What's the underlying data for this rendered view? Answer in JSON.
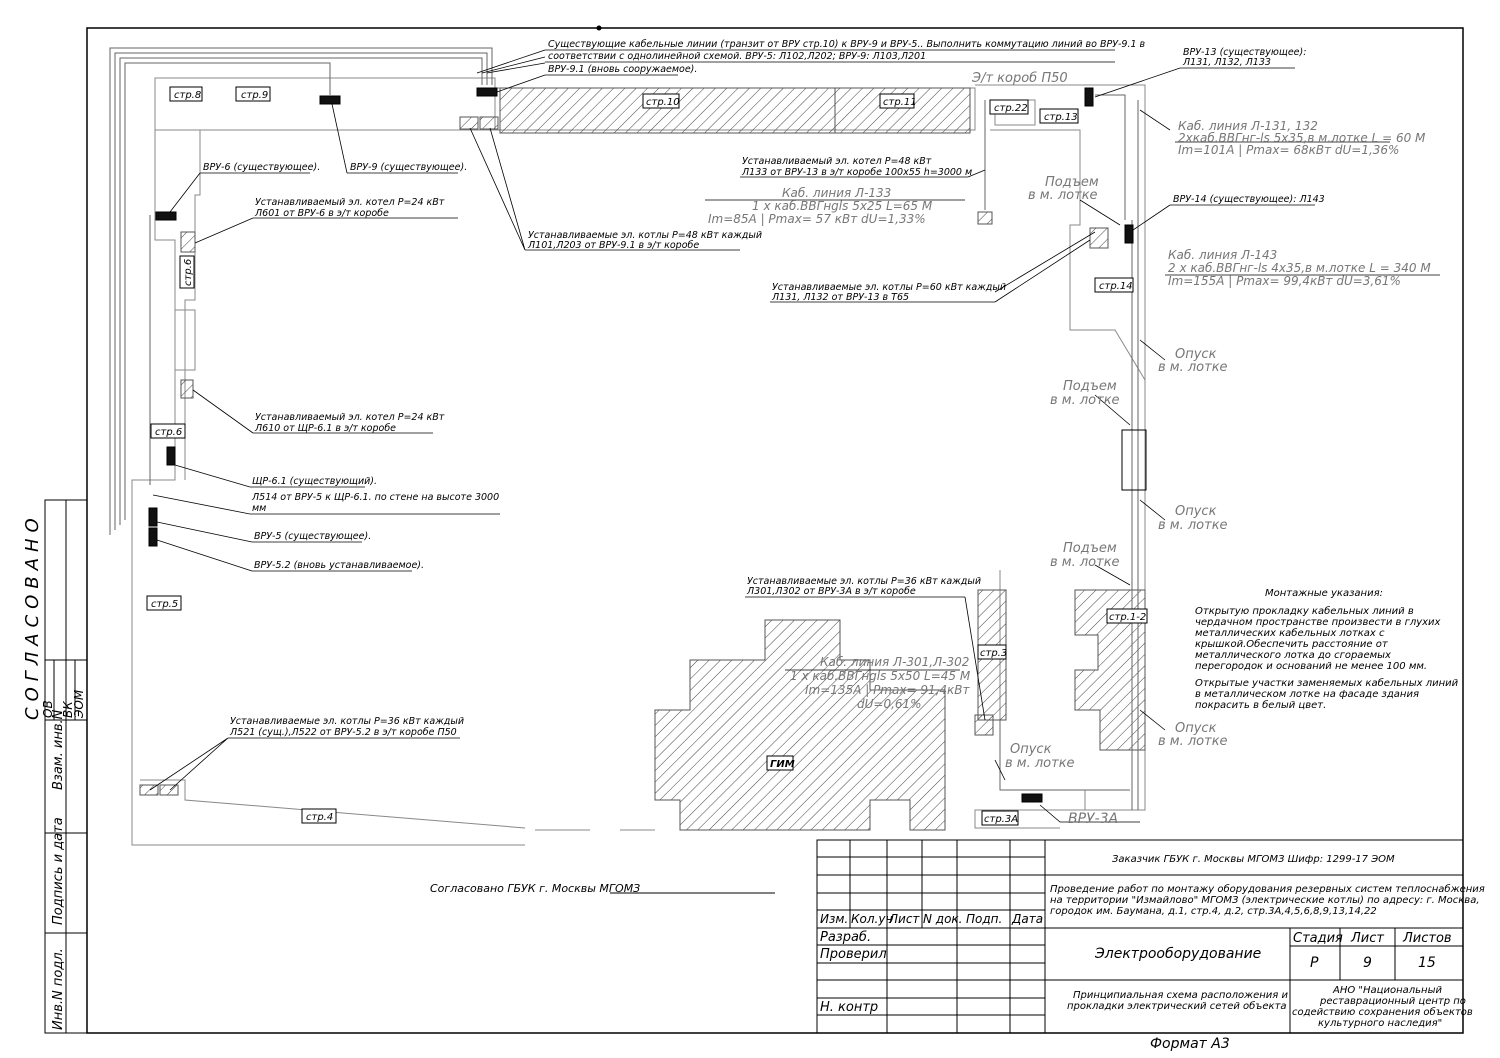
{
  "rooms": {
    "str8": "стр.8",
    "str9": "стр.9",
    "str10": "стр.10",
    "str11": "стр.11",
    "str22": "стр.22",
    "str13": "стр.13",
    "str14": "стр.14",
    "str6a": "стр.6",
    "str6b": "стр.6",
    "str5": "стр.5",
    "str4": "стр.4",
    "gim": "ГИМ",
    "str12": "стр.1-2",
    "str3": "стр.3",
    "str3a": "стр.3А"
  },
  "callouts": {
    "existing_lines_1": "Существующие кабельные линии (транзит от ВРУ стр.10) к ВРУ-9 и ВРУ-5.. Выполнить коммутацию линий во ВРУ-9.1 в",
    "existing_lines_2": "соответствии с однолинейной схемой. ВРУ-5: Л102,Л202; ВРУ-9: Л103,Л201",
    "vru91": "ВРУ-9.1 (вновь сооружаемое).",
    "duct_p50": "Э/т короб П50",
    "vru13_1": "ВРУ-13 (существующее):",
    "vru13_2": "Л131, Л132, Л133",
    "cable131_1": "Каб. линия Л-131, 132",
    "cable131_2": "2хкаб.ВВГнг-ls 5х35,в м.лотке L = 60 М",
    "cable131_3": "Im=101A | Pmax= 68кВт dU=1,36%",
    "vru6": "ВРУ-6 (существующее).",
    "vru9": "ВРУ-9 (существующее).",
    "boiler_l601_1": "Устанавливаемый эл. котел Р=24 кВт",
    "boiler_l601_2": "Л601 от ВРУ-6 в э/т коробе",
    "boiler_l133_1": "Устанавливаемый эл. котел Р=48 кВт",
    "boiler_l133_2": "Л133 от ВРУ-13 в э/т коробе 100х55 h=3000 м",
    "cable133_1": "Каб. линия Л-133",
    "cable133_2": "1 х каб.ВВГнgls 5х25 L=65 М",
    "cable133_3": "Im=85A | Pmax= 57 кВт dU=1,33%",
    "boilers_l101_1": "Устанавливаемые эл. котлы Р=48 кВт каждый",
    "boilers_l101_2": "Л101,Л203 от ВРУ-9.1 в э/т коробе",
    "rise_1": "Подъем",
    "rise_2": "в м. лотке",
    "vru14": "ВРУ-14 (существующее): Л143",
    "cable143_1": "Каб. линия Л-143",
    "cable143_2": "2 х каб.ВВГнг-ls 4х35,в м.лотке L = 340 М",
    "cable143_3": "Im=155A | Pmax= 99,4кВт dU=3,61%",
    "boilers_l131_1": "Устанавливаемые эл. котлы Р=60 кВт каждый",
    "boilers_l131_2": "Л131, Л132 от ВРУ-13 в Т65",
    "lower_1": "Опуск",
    "lower_2": "в м. лотке",
    "boiler_l610_1": "Устанавливаемый эл. котел Р=24 кВт",
    "boiler_l610_2": "Л610 от ЩР-6.1 в э/т коробе",
    "shr61": "ЩР-6.1 (существующий).",
    "l514_1": "Л514 от ВРУ-5 к ЩР-6.1. по стене на высоте 3000",
    "l514_2": "мм",
    "vru5": "ВРУ-5 (существующее).",
    "vru52": "ВРУ-5.2 (вновь устанавливаемое).",
    "boilers_l301_1": "Устанавливаемые эл. котлы Р=36 кВт каждый",
    "boilers_l301_2": "Л301,Л302 от ВРУ-3А в э/т коробе",
    "cable301_1": "Каб. линия Л-301,Л-302",
    "cable301_2": "1 х каб.ВВГнgls 5х50 L=45 М",
    "cable301_3": "Im=135A | Pmax= 91,4кВт",
    "cable301_4": "dU=0,61%",
    "boilers_l521_1": "Устанавливаемые эл. котлы Р=36 кВт каждый",
    "boilers_l521_2": "Л521 (сущ.),Л522 от ВРУ-5.2 в э/т коробе П50",
    "vru3a": "ВРУ-3А"
  },
  "notes": {
    "title": "Монтажные указания:",
    "p1": [
      "Открытую прокладку кабельных линий в",
      "чердачном пространстве произвести в глухих",
      "металлических кабельных лотках с",
      "крышкой.Обеспечить расстояние от",
      "металлического лотка до сгораемых",
      "перегородок и оснований не менее 100 мм."
    ],
    "p2": [
      "Открытые участки заменяемых кабельных линий",
      "в металлическом лотке на фасаде здания",
      "покрасить в белый цвет."
    ]
  },
  "approval": "Согласовано ГБУК г. Москвы МГОМЗ",
  "side_stamp": {
    "agreed": "СОГЛАСОВАНО",
    "ov": "ОВ",
    "vk": "ВК",
    "eom": "ЭОМ",
    "inv_zam": "Взам. инв.N",
    "sign_date": "Подпись и дата",
    "inv_podl": "Инв.N подл."
  },
  "title_block": {
    "customer": "Заказчик ГБУК г. Москвы МГОМЗ   Шифр: 1299-17 ЭОМ",
    "project_1": "Проведение работ по монтажу оборудования резервных систем теплоснабжения",
    "project_2": "на территории \"Измайлово\" МГОМЗ (электрические котлы) по адресу: г. Москва,",
    "project_3": "городок им. Баумана, д.1, стр.4, д.2, стр.3А,4,5,6,8,9,13,14,22",
    "col_izm": "Изм.",
    "col_kol": "Кол.уч",
    "col_list": "Лист",
    "col_ndok": "N док.",
    "col_podp": "Подп.",
    "col_data": "Дата",
    "razrab": "Разраб.",
    "proveril": "Проверил",
    "nkontr": "Н. контр",
    "section": "Электрооборудование",
    "stage_h": "Стадия",
    "sheet_h": "Лист",
    "sheets_h": "Листов",
    "stage": "Р",
    "sheet": "9",
    "sheets": "15",
    "drawing_1": "Принципиальная схема расположения и",
    "drawing_2": "прокладки электрический сетей объекта",
    "org_1": "АНО \"Национальный",
    "org_2": "реставрационный центр по",
    "org_3": "содействию сохранения объектов",
    "org_4": "культурного наследия\""
  },
  "format": "Формат А3"
}
